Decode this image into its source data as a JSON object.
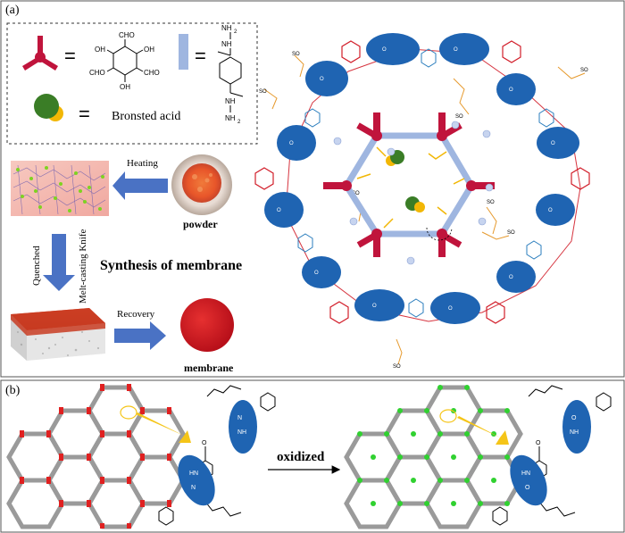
{
  "panels": {
    "a": {
      "label": "(a)"
    },
    "b": {
      "label": "(b)"
    }
  },
  "legend": {
    "equals": "=",
    "aldehyde_group": "CHO",
    "hydroxyl_group": "OH",
    "amine_group": "NH",
    "amine_sub": "2",
    "bronsted_label": "Bronsted acid"
  },
  "process": {
    "heating": "Heating",
    "powder": "powder",
    "quenched": "Quenched",
    "melt_casting": "Melt-casting Knife",
    "recovery": "Recovery",
    "membrane": "membrane",
    "synthesis_title": "Synthesis of  membrane"
  },
  "oxidation": {
    "label": "oxidized"
  },
  "colors": {
    "node_red": "#c0143c",
    "linker_blue": "#9fb6e0",
    "ellipse_blue": "#1f64b2",
    "acid_green": "#3a7d26",
    "acid_yellow": "#f2b705",
    "sulfonate_orange": "#e69a2e",
    "powder_orange": "#e8562a",
    "membrane_red": "#d0181e",
    "arrow_blue": "#4a72c4",
    "pointer_yellow": "#f5c518",
    "cof_green": "#30d130"
  }
}
